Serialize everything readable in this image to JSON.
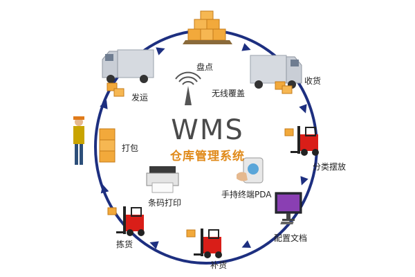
{
  "title": "WMS",
  "subtitle": "仓库管理系统",
  "colors": {
    "ring": "#1d2f80",
    "subtitle": "#e08a1a",
    "title": "#4a4a4a",
    "box": "#f2a93b",
    "forklift": "#d91e18",
    "truck": "#c9ced6"
  },
  "nodes": [
    {
      "id": "pandian",
      "label": "盘点",
      "icon": "boxes-pile-icon"
    },
    {
      "id": "shouhuo",
      "label": "收货",
      "icon": "delivery-truck-icon"
    },
    {
      "id": "fenlei",
      "label": "分类摆放",
      "icon": "forklift-icon"
    },
    {
      "id": "peizhi",
      "label": "配置文档",
      "icon": "computer-monitor-icon"
    },
    {
      "id": "buhuo",
      "label": "补货",
      "icon": "forklift-icon"
    },
    {
      "id": "jianhuo",
      "label": "拣货",
      "icon": "forklift-icon"
    },
    {
      "id": "dabao",
      "label": "打包",
      "icon": "worker-with-boxes-icon"
    },
    {
      "id": "fayun",
      "label": "发运",
      "icon": "delivery-truck-icon"
    }
  ],
  "inner": [
    {
      "id": "wireless",
      "label": "无线覆盖",
      "icon": "wireless-signal-icon"
    },
    {
      "id": "pda",
      "label": "手持终端PDA",
      "icon": "handheld-pda-icon"
    },
    {
      "id": "printer",
      "label": "条码打印",
      "icon": "barcode-printer-icon"
    }
  ]
}
